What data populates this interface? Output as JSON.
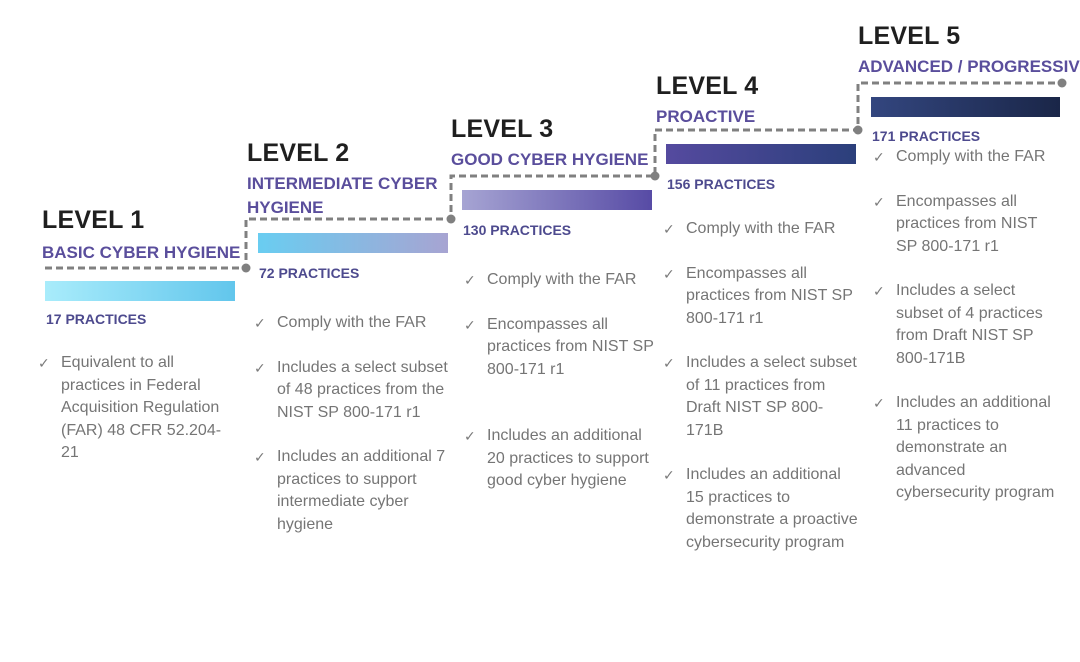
{
  "colors": {
    "connector": "#808080",
    "title": "#1f1f1f",
    "subtitle": "#5a4e9c",
    "count": "#4d4a8e",
    "item_text": "#757575"
  },
  "icons": {
    "check": "check-icon"
  },
  "levels": [
    {
      "title": "LEVEL 1",
      "subtitle": "BASIC CYBER HYGIENE",
      "practices": "17 PRACTICES",
      "items": [
        "Equivalent to all practices in Federal Acquisition Regulation (FAR) 48 CFR 52.204-21"
      ]
    },
    {
      "title": "LEVEL 2",
      "subtitle": "INTERMEDIATE CYBER HYGIENE",
      "practices": "72 PRACTICES",
      "items": [
        "Comply with the FAR",
        "Includes a select subset of 48 practices from the NIST SP 800-171 r1",
        "Includes an additional 7 practices to support intermediate cyber hygiene"
      ]
    },
    {
      "title": "LEVEL 3",
      "subtitle": "GOOD CYBER HYGIENE",
      "practices": "130 PRACTICES",
      "items": [
        "Comply with the FAR",
        "Encompasses all practices from NIST SP 800-171 r1",
        "Includes an additional 20 practices to support good cyber hygiene"
      ]
    },
    {
      "title": "LEVEL 4",
      "subtitle": "PROACTIVE",
      "practices": "156 PRACTICES",
      "items": [
        "Comply with the FAR",
        "Encompasses all practices from NIST SP 800-171 r1",
        "Includes a select subset of 11 practices from Draft NIST SP 800-171B",
        "Includes an additional 15 practices to demonstrate a proactive cybersecurity program"
      ]
    },
    {
      "title": "LEVEL 5",
      "subtitle": "ADVANCED / PROGRESSIVE",
      "practices": "171 PRACTICES",
      "items": [
        "Comply with the FAR",
        "Encompasses all practices from NIST SP 800-171 r1",
        "Includes a select subset of 4 practices from Draft NIST SP 800-171B",
        "Includes an additional 11 practices to demonstrate an advanced cybersecurity program"
      ]
    }
  ]
}
